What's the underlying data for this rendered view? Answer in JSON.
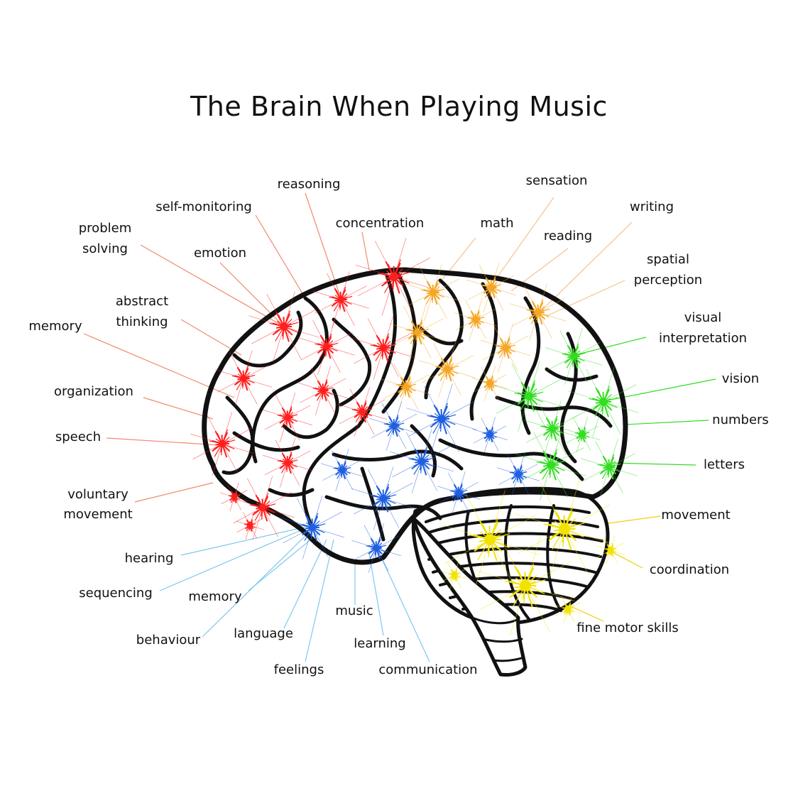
{
  "title": "The Brain When Playing Music",
  "colors": {
    "frontal": "#ff1f1f",
    "parietal": "#f5a623",
    "occipital": "#33dd22",
    "temporal": "#1f5fe0",
    "cerebellum": "#f2e200",
    "leader_frontal": "#f08a70",
    "leader_parietal": "#f5c28a",
    "leader_occipital": "#33dd22",
    "leader_temporal": "#7ec8ee",
    "leader_cerebellum": "#eecf00",
    "outline": "#111111"
  },
  "labels": {
    "frontal": [
      "reasoning",
      "self-monitoring",
      "concentration",
      "problem",
      "solving",
      "emotion",
      "abstract",
      "thinking",
      "memory",
      "organization",
      "speech",
      "voluntary",
      "movement"
    ],
    "parietal": [
      "math",
      "sensation",
      "writing",
      "reading",
      "spatial",
      "perception"
    ],
    "occipital": [
      "visual",
      "interpretation",
      "vision",
      "numbers",
      "letters"
    ],
    "cerebellum": [
      "movement",
      "coordination",
      "fine motor skills"
    ],
    "temporal": [
      "hearing",
      "sequencing",
      "memory",
      "behaviour",
      "language",
      "music",
      "learning",
      "feelings",
      "communication"
    ]
  }
}
